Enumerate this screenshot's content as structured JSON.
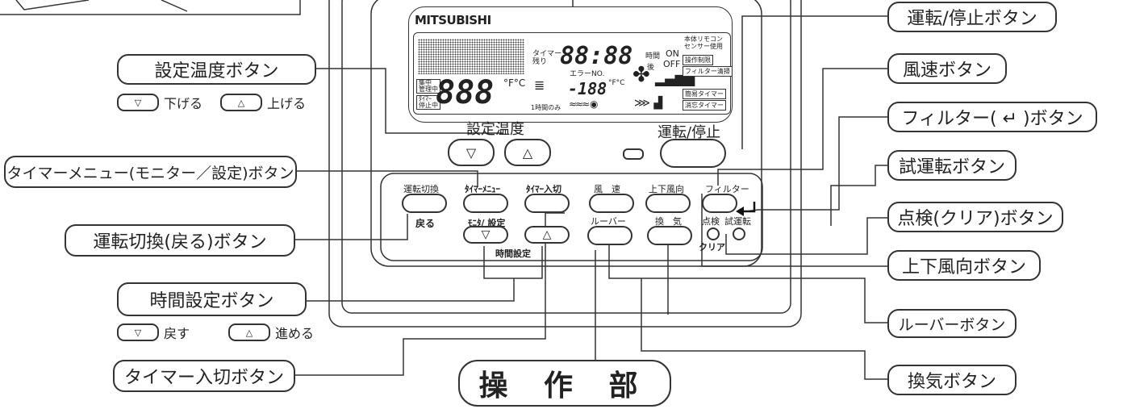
{
  "brand": "MITSUBISHI",
  "panel_title": "操 作 部",
  "callouts": {
    "set_temp_button": "設定温度ボタン",
    "timer_menu_button": "タイマーメニュー(モニター／設定)ボタン",
    "mode_switch_button": "運転切換(戻る)ボタン",
    "time_set_button": "時間設定ボタン",
    "timer_onoff_button": "タイマー入切ボタン",
    "run_stop_button": "運転/停止ボタン",
    "fan_speed_button": "風速ボタン",
    "filter_button": "フィルター( ↵ )ボタン",
    "test_run_button": "試運転ボタン",
    "check_clear_button": "点検(クリア)ボタン",
    "vane_button": "上下風向ボタン",
    "louver_button": "ルーバーボタン",
    "vent_button": "換気ボタン"
  },
  "sub_legends": {
    "temp_down_arrow": "▽",
    "temp_down": "下げる",
    "temp_up_arrow": "△",
    "temp_up": "上げる",
    "time_back_arrow": "▽",
    "time_back": "戻す",
    "time_fwd_arrow": "△",
    "time_fwd": "進める"
  },
  "remote": {
    "set_temp_label": "設定温度",
    "run_stop_label": "運転/停止",
    "down_arrow": "▽",
    "up_arrow": "△",
    "buttons": {
      "mode_switch": "運転切換",
      "timer_menu": "ﾀｲﾏｰﾒﾆｭｰ",
      "timer_onoff": "ﾀｲﾏｰ入切",
      "fan": "風　速",
      "vane": "上下風向",
      "filter": "フィルター",
      "back": "戻る",
      "monitor_set": "ﾓﾆﾀ/ 設定",
      "louver": "ルーバー",
      "vent": "換　気",
      "check": "点検",
      "test": "試運転",
      "clear": "クリア",
      "time_set": "時間設定"
    },
    "lcd": {
      "timer_remain": "タイマー\n残り",
      "digits_time": "88:88",
      "time": "時間",
      "after": "後",
      "on": "ON",
      "off": "OFF",
      "error_no": "エラーNO.",
      "digits_temp": "888",
      "temp_unit": "°F°C",
      "digits_small": "-188",
      "temp_unit_small": "°F°C",
      "one_hour": "1時間のみ",
      "central": "集中\n管理中",
      "timer_stop": "ﾀｲﾏｰ\n停止中",
      "body_sensor": "本体リモコン\nセンサー使用",
      "operation_limit": "操作制限",
      "filter_clean": "フィルター清掃",
      "simple_timer": "簡易タイマー",
      "forget_timer": "消忘タイマー"
    }
  }
}
